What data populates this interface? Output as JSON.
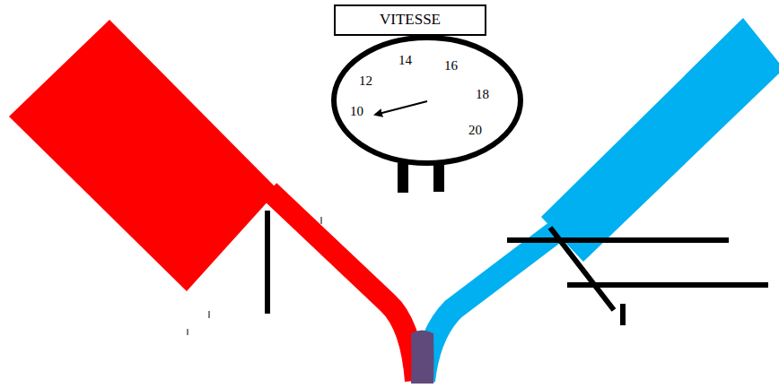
{
  "diagram": {
    "nodes": [
      {
        "text": [
          "VITESSE"
        ]
      }
    ],
    "labels": [
      "10",
      "12",
      "14",
      "16",
      "18",
      "20"
    ]
  }
}
